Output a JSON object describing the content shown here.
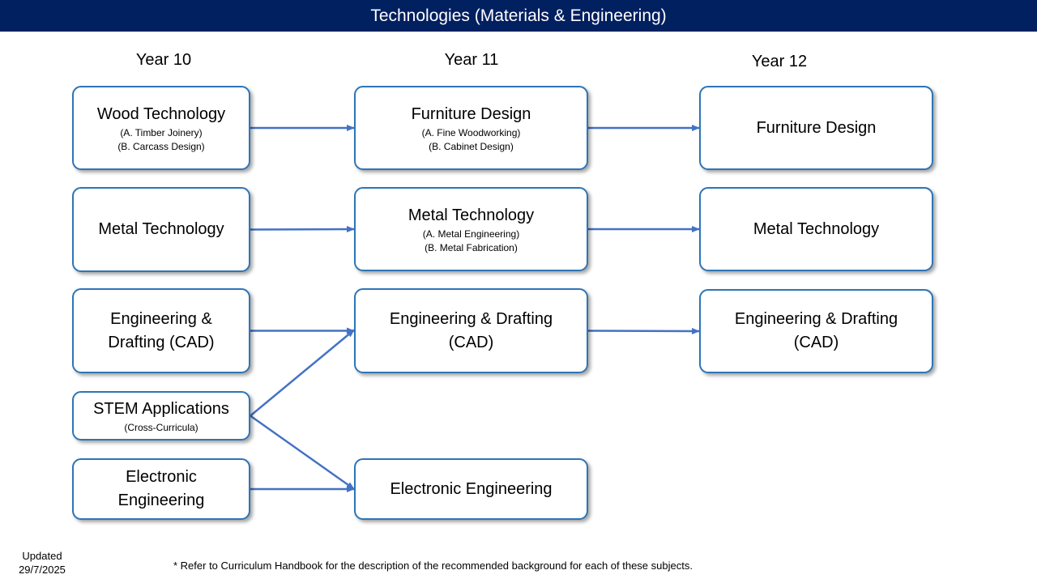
{
  "title": "Technologies (Materials & Engineering)",
  "columns": [
    "Year 10",
    "Year 11",
    "Year 12"
  ],
  "nodes": {
    "wood": {
      "label": "Wood Technology",
      "subs": [
        "(A. Timber Joinery)",
        "(B. Carcass Design)"
      ]
    },
    "furn11": {
      "label": "Furniture Design",
      "subs": [
        "(A. Fine Woodworking)",
        "(B. Cabinet Design)"
      ]
    },
    "furn12": {
      "label": "Furniture Design",
      "subs": []
    },
    "metal10": {
      "label": "Metal Technology",
      "subs": []
    },
    "metal11": {
      "label": "Metal Technology",
      "subs": [
        "(A. Metal Engineering)",
        "(B. Metal Fabrication)"
      ]
    },
    "metal12": {
      "label": "Metal Technology",
      "subs": []
    },
    "eng10": {
      "label_lines": [
        "Engineering &",
        "Drafting (CAD)"
      ],
      "subs": []
    },
    "eng11": {
      "label_lines": [
        "Engineering & Drafting",
        "(CAD)"
      ],
      "subs": []
    },
    "eng12": {
      "label_lines": [
        "Engineering & Drafting",
        "(CAD)"
      ],
      "subs": []
    },
    "stem": {
      "label": "STEM Applications",
      "subs": [
        "(Cross-Curricula)"
      ]
    },
    "elec10": {
      "label_lines": [
        "Electronic",
        "Engineering"
      ],
      "subs": []
    },
    "elec11": {
      "label": "Electronic Engineering",
      "subs": []
    }
  },
  "edges": [
    [
      "wood",
      "furn11"
    ],
    [
      "furn11",
      "furn12"
    ],
    [
      "metal10",
      "metal11"
    ],
    [
      "metal11",
      "metal12"
    ],
    [
      "eng10",
      "eng11"
    ],
    [
      "eng11",
      "eng12"
    ],
    [
      "stem",
      "eng11"
    ],
    [
      "stem",
      "elec11"
    ],
    [
      "elec10",
      "elec11"
    ]
  ],
  "colors": {
    "title_bar": "#002060",
    "box_border": "#2E75B6",
    "arrow": "#4472C4"
  },
  "updated_lines": [
    "Updated",
    "29/7/2025"
  ],
  "footnote": "* Refer to Curriculum Handbook for the description of the recommended background for each of these subjects."
}
